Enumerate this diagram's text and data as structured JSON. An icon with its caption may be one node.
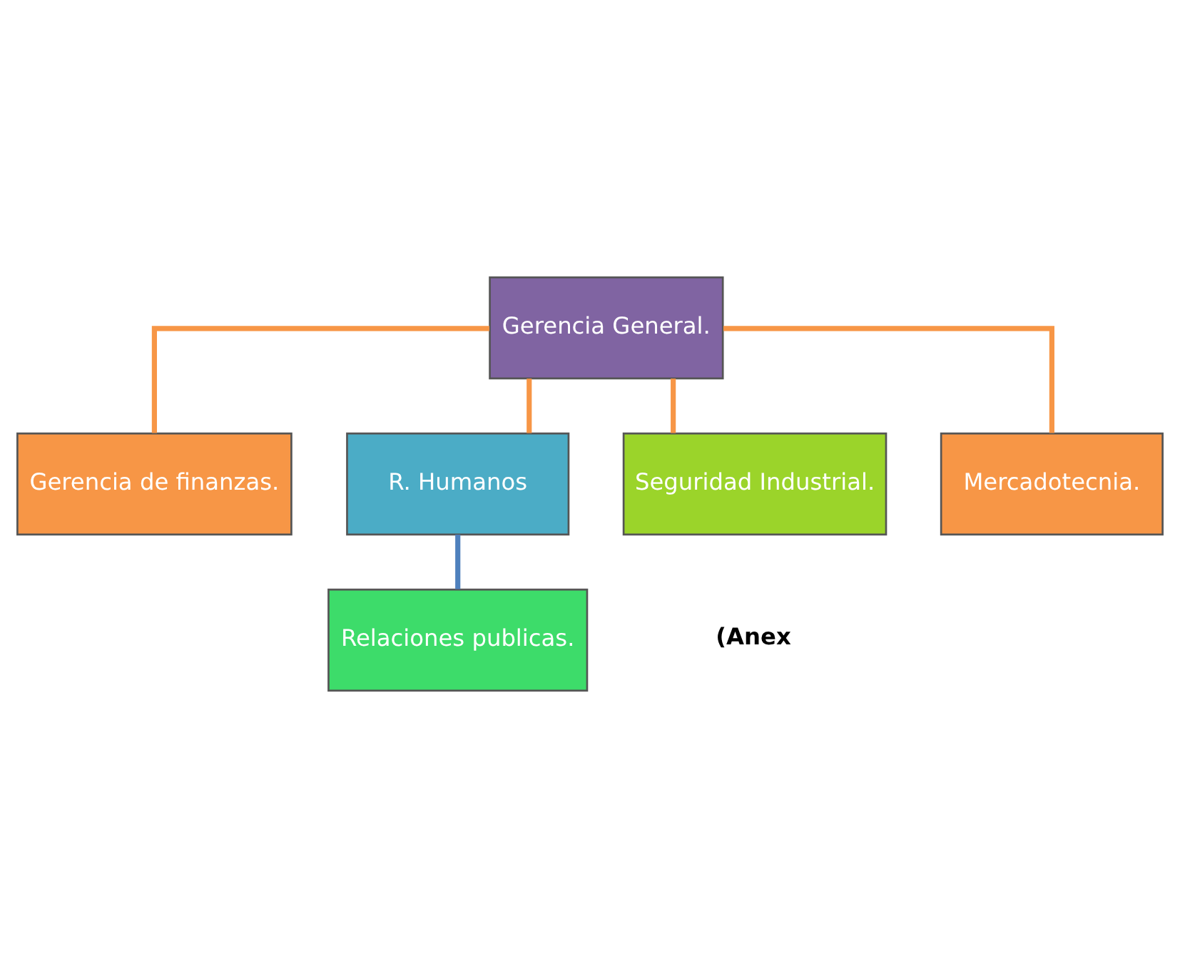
{
  "diagram": {
    "nodes": [
      {
        "text": [
          "Gerencia General."
        ]
      },
      {
        "text": [
          "Gerencia de finanzas."
        ]
      },
      {
        "text": [
          "R. Humanos"
        ]
      },
      {
        "text": [
          "Seguridad Industrial."
        ]
      },
      {
        "text": [
          "Mercadotecnia."
        ]
      },
      {
        "text": [
          "Relaciones publicas."
        ]
      }
    ],
    "edges": [
      {
        "from": 0,
        "to": 1,
        "arrow": "none"
      },
      {
        "from": 0,
        "to": 2,
        "arrow": "none"
      },
      {
        "from": 0,
        "to": 3,
        "arrow": "none"
      },
      {
        "from": 0,
        "to": 4,
        "arrow": "none"
      },
      {
        "from": 2,
        "to": 5,
        "arrow": "none",
        "color": "#4f81bd"
      }
    ],
    "labels": [
      "(Anex"
    ]
  }
}
